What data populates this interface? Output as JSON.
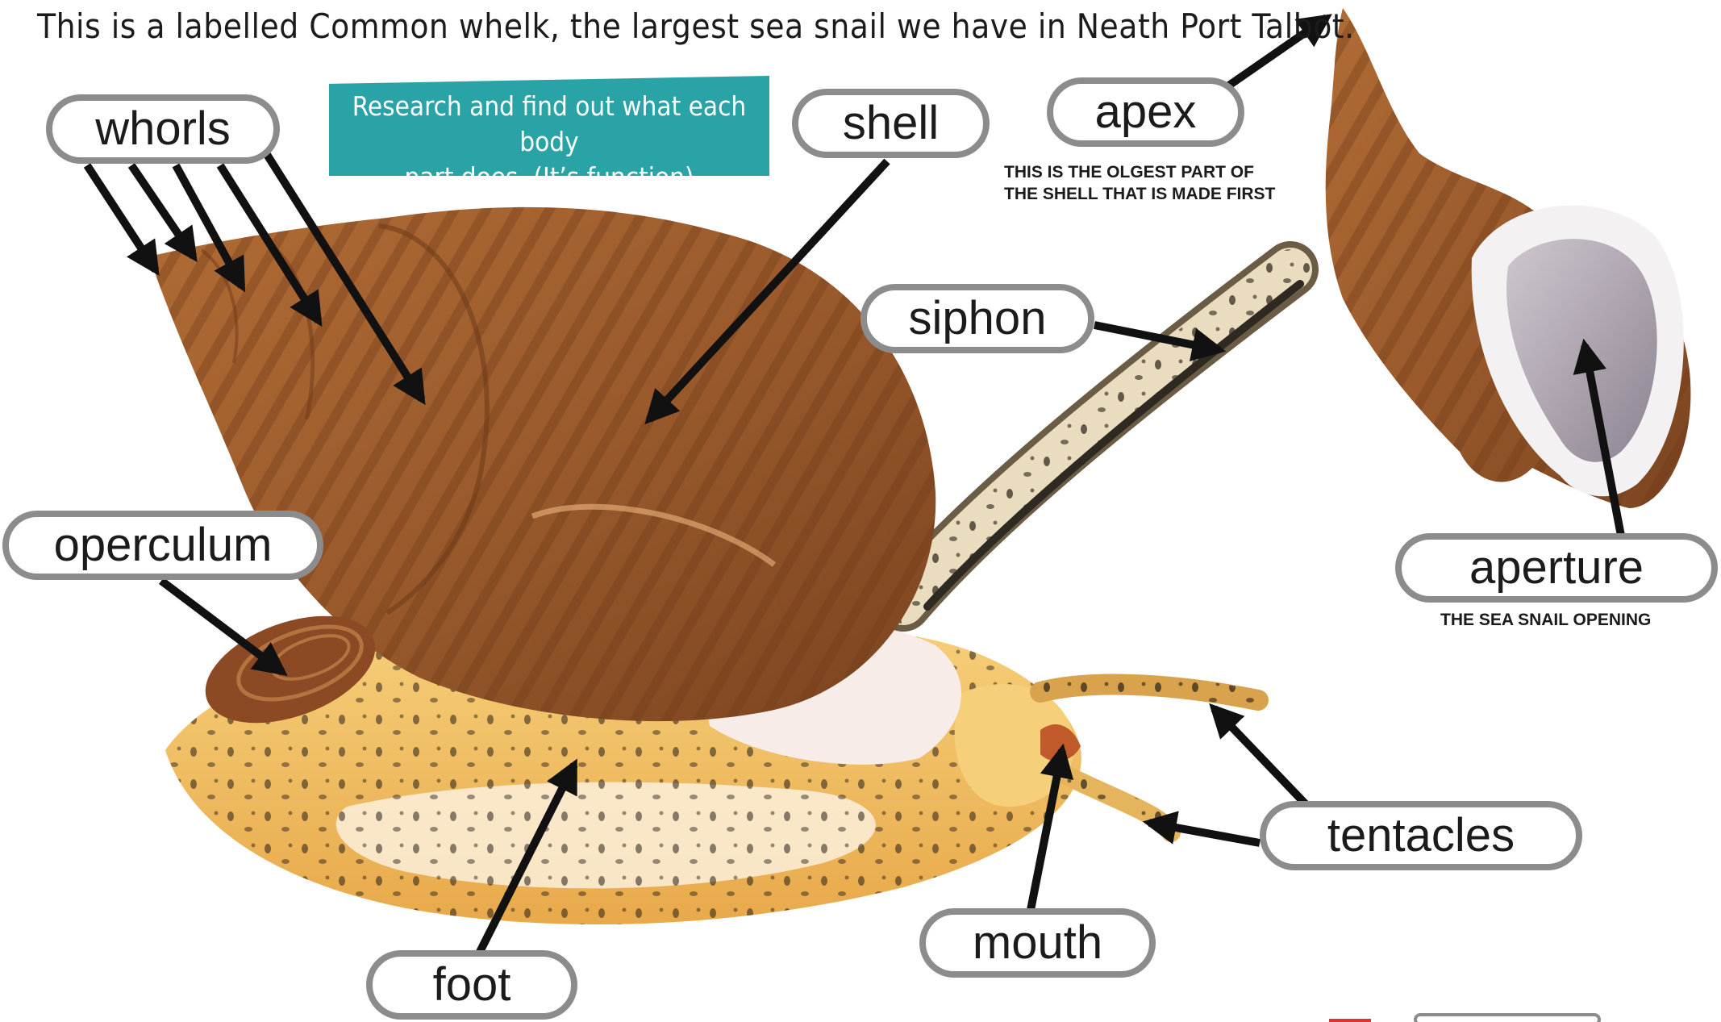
{
  "heading": "This is a labelled Common whelk, the largest sea snail we have in Neath Port Talbot.",
  "banner": {
    "line1": "Research and find out what each body",
    "line2": "part does. (It’s function)"
  },
  "labels": {
    "whorls": "whorls",
    "shell": "shell",
    "apex": "apex",
    "siphon": "siphon",
    "operculum": "operculum",
    "aperture": "aperture",
    "tentacles": "tentacles",
    "mouth": "mouth",
    "foot": "foot"
  },
  "notes": {
    "apex_line1": "THIS IS THE OLGEST PART OF",
    "apex_line2": "THE SHELL THAT IS MADE FIRST",
    "aperture": "THE SEA SNAIL OPENING"
  },
  "colors": {
    "banner": "#2aa3a7",
    "label_border": "#8c8c8c",
    "arrow": "#111111",
    "shell_brown": "#9a5a2c",
    "shell_dark": "#6e3a18",
    "foot_yellow": "#f2c46a",
    "foot_pale": "#fbf0dc",
    "aperture_grey": "#a59ca6"
  }
}
